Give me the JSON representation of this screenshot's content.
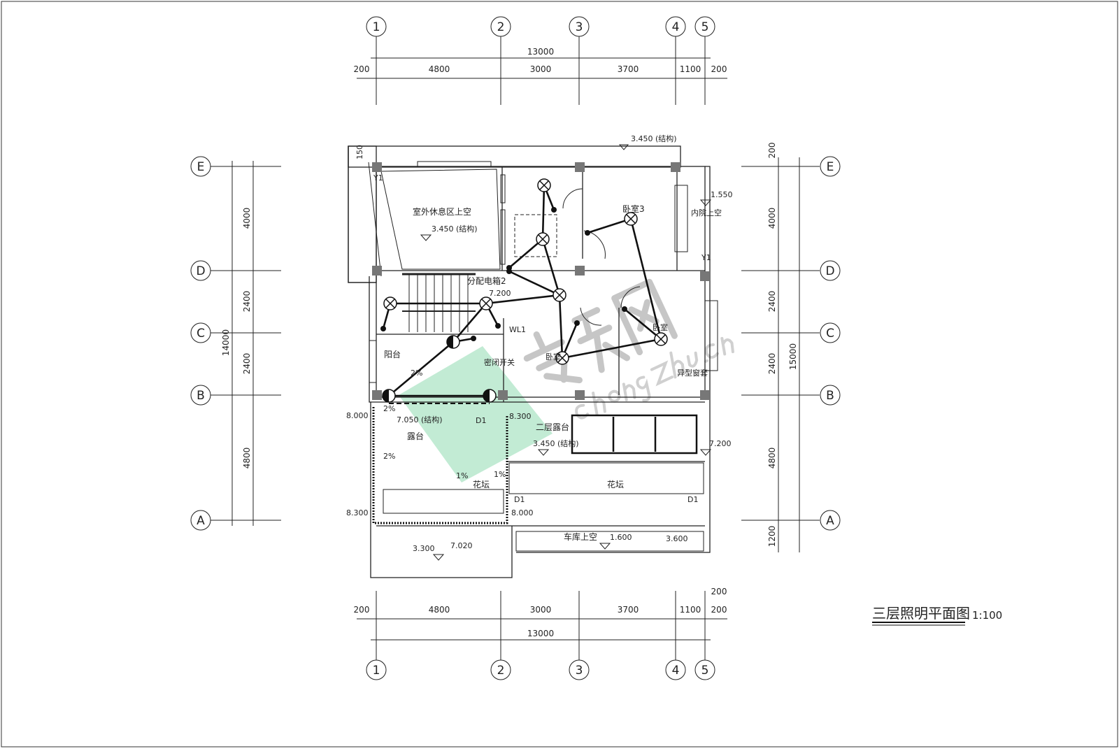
{
  "drawing": {
    "title": "三层照明平面图",
    "scale": "1:100",
    "axes_x": [
      "1",
      "2",
      "3",
      "4",
      "5"
    ],
    "axes_y": [
      "E",
      "D",
      "C",
      "B",
      "A"
    ],
    "dims_top_total": "13000",
    "dims_segments_x": [
      "200",
      "4800",
      "3000",
      "3700",
      "1100",
      "200"
    ],
    "dims_bottom_extra": "200",
    "dims_left_total": "14000",
    "dims_left": [
      "4000",
      "2400",
      "2400",
      "4800"
    ],
    "dims_right_total": "15000",
    "dims_right": [
      "200",
      "4000",
      "2400",
      "2400",
      "4800",
      "1200"
    ],
    "rooms": {
      "outdoor_rest_void": "室外休息区上空",
      "bedroom3": "卧室3",
      "inner_court_void": "内院上空",
      "balcony": "阳台",
      "distribution_box": "分配电箱2",
      "sealed_switch": "密闭开关",
      "bedroom_a": "卧室",
      "bedroom_b": "卧室",
      "special_window": "异型窗套",
      "second_floor_terrace": "二层露台",
      "terrace": "露台",
      "flower_bed_a": "花坛",
      "flower_bed_b": "花坛",
      "garage_void": "车库上空",
      "wl1": "WL1",
      "y1_a": "Y1",
      "y1_b": "Y1",
      "d1_a": "D1",
      "d1_b": "D1",
      "d1_c": "D1",
      "dim_150": "150"
    },
    "levels": {
      "top": "3.450 (结构)",
      "void": "3.450 (结构)",
      "court": "1.550",
      "stair": "7.200",
      "left_8000": "8.000",
      "terrace": "7.050 (结构)",
      "mid_8300": "8.300",
      "second_terrace": "3.450 (结构)",
      "right_7200": "7.200",
      "left_8300": "8.300",
      "d1_8000": "8.000",
      "bottom_3300": "3.300",
      "bottom_7020": "7.020",
      "garage": "1.600",
      "garage_right": "3.600"
    },
    "slopes": [
      "2%",
      "2%",
      "2%",
      "1%",
      "1%"
    ],
    "watermark": {
      "brand": "安筑网",
      "url": "chongzhu.cn"
    }
  }
}
